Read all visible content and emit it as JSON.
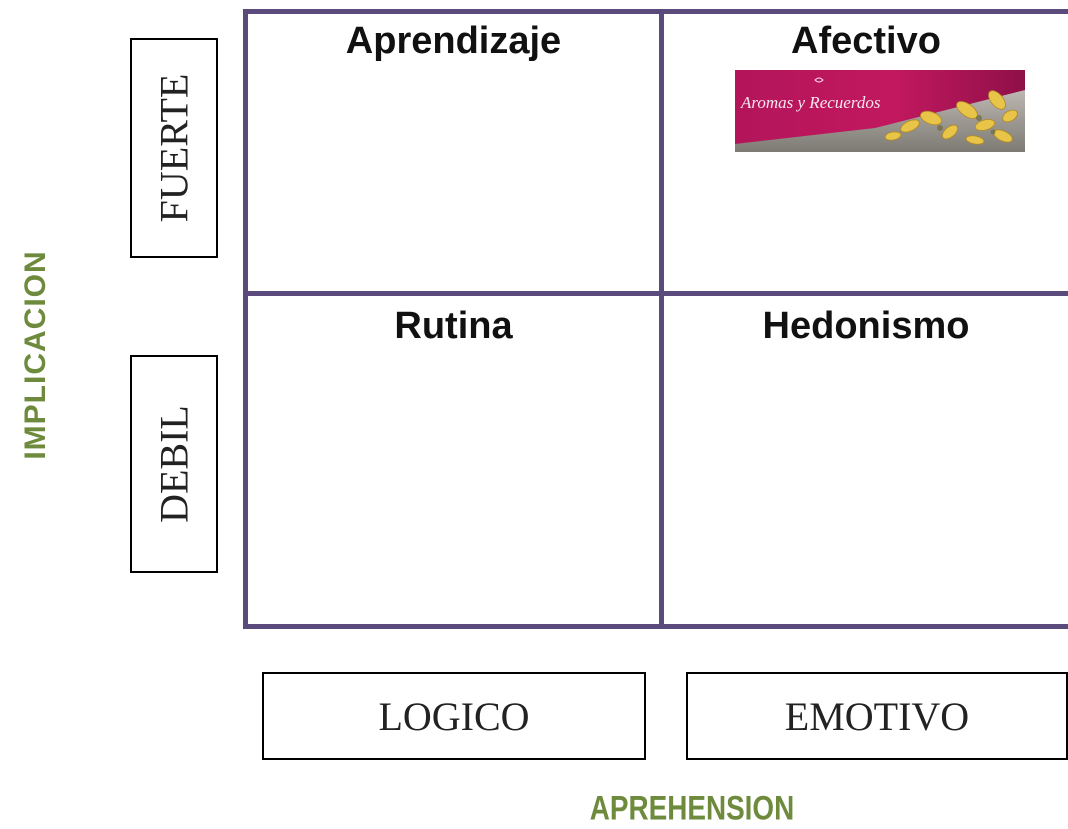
{
  "axes": {
    "y_title": "IMPLICACION",
    "x_title": "APREHENSION",
    "title_color": "#6e8b3d",
    "line_color": "#5b4a7c"
  },
  "rows": {
    "top": "FUERTE",
    "bottom": "DEBIL"
  },
  "columns": {
    "left": "LOGICO",
    "right": "EMOTIVO"
  },
  "quadrants": {
    "top_left": "Aprendizaje",
    "top_right": "Afectivo",
    "bottom_left": "Rutina",
    "bottom_right": "Hedonismo"
  },
  "brand_logo": {
    "text": "Aromas y Recuerdos",
    "background": "#b3155a"
  }
}
